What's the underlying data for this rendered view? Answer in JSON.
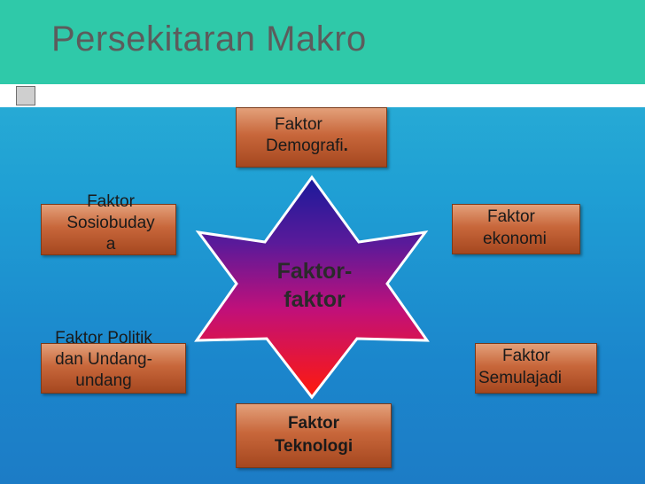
{
  "slide": {
    "title": "Persekitaran Makro"
  },
  "diagram": {
    "center": {
      "line1": "Faktor-",
      "line2": "faktor"
    },
    "top": {
      "line1": "Faktor",
      "line2": "Demografi",
      "suffix": "."
    },
    "upper_left": {
      "line1": "Faktor",
      "line2": "Sosiobuday",
      "line3": "a"
    },
    "upper_right": {
      "line1": "Faktor",
      "line2": "ekonomi"
    },
    "lower_left": {
      "line1": "Faktor Politik",
      "line2": "dan Undang-",
      "line3": "undang"
    },
    "lower_right": {
      "line1": "Faktor",
      "line2": "Semulajadi"
    },
    "bottom": {
      "line1": "Faktor",
      "line2": "Teknologi"
    }
  },
  "colors": {
    "title_bar": "#2fc9a9",
    "background": "#1f9fd4",
    "box": "#c8673b",
    "star_top": "#2a1aa0",
    "star_mid": "#b01070",
    "star_bottom": "#ff1010"
  }
}
